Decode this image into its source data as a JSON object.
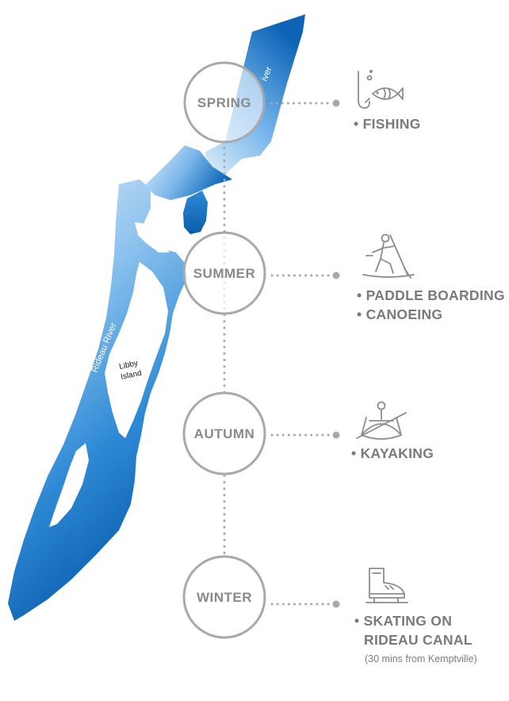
{
  "map": {
    "river_label": "Rideau River",
    "river_label_top": "iver",
    "island_line1": "Libby",
    "island_line2": "Island",
    "colors": {
      "light": "#cfe3f6",
      "mid": "#5aa6e4",
      "dark": "#0b63b3"
    }
  },
  "seasons": [
    {
      "name": "SPRING",
      "activities": [
        "• FISHING"
      ],
      "icon": "fishing-icon"
    },
    {
      "name": "SUMMER",
      "activities": [
        "• PADDLE BOARDING",
        "• CANOEING"
      ],
      "icon": "paddle-boarding-icon"
    },
    {
      "name": "AUTUMN",
      "activities": [
        "• KAYAKING"
      ],
      "icon": "kayaking-icon"
    },
    {
      "name": "WINTER",
      "activities": [
        "• SKATING ON",
        "RIDEAU CANAL"
      ],
      "note": "(30 mins from Kemptville)",
      "icon": "ice-skate-icon"
    }
  ],
  "colors": {
    "circle": "#a9a9a9",
    "dots": "#a9a9a9",
    "text": "#808080",
    "icon": "#8c8c8c"
  }
}
